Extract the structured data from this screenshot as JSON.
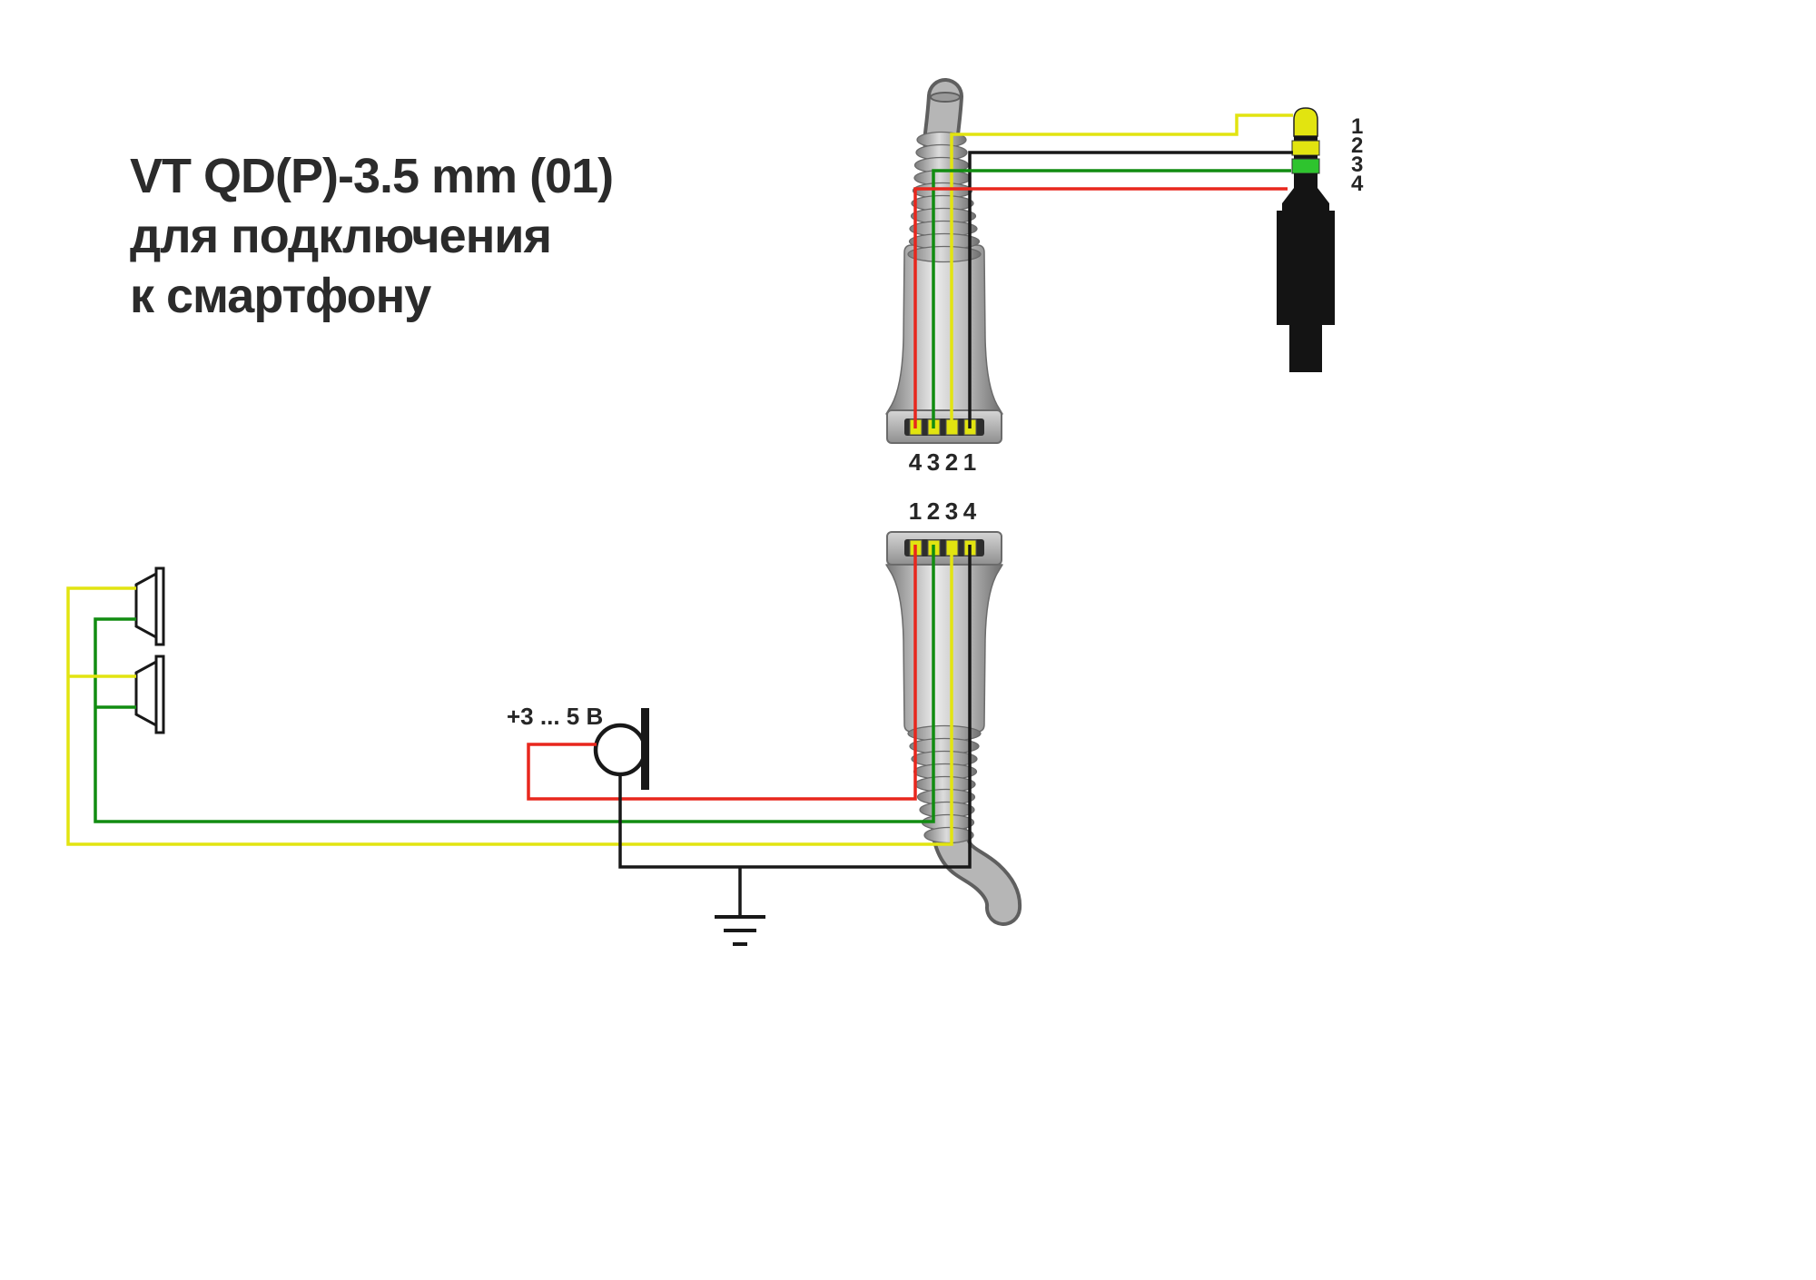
{
  "title": {
    "line1": "VT QD(P)-3.5 mm (01)",
    "line2": "для подключения",
    "line3": "к смартфону"
  },
  "colors": {
    "yellow": "#e2e410",
    "green": "#118c11",
    "green_band": "#2ec42e",
    "red": "#e8271d",
    "black": "#181818"
  },
  "top_connector": {
    "pin_labels": [
      "4",
      "3",
      "2",
      "1"
    ]
  },
  "bottom_connector": {
    "pin_labels": [
      "1",
      "2",
      "3",
      "4"
    ]
  },
  "jack": {
    "pin_labels": [
      "1",
      "2",
      "3",
      "4"
    ]
  },
  "microphone": {
    "voltage_label": "+3 ... 5 В"
  }
}
